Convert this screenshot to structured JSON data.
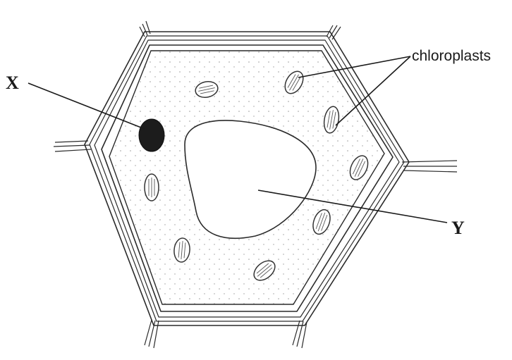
{
  "labels": {
    "x": "X",
    "y": "Y",
    "chloroplasts": "chloroplasts"
  },
  "colors": {
    "line": "#2a2a2a",
    "nucleus": "#1c1c1c",
    "cytoplasm_dots": "#9a9a9a",
    "background": "#ffffff"
  }
}
